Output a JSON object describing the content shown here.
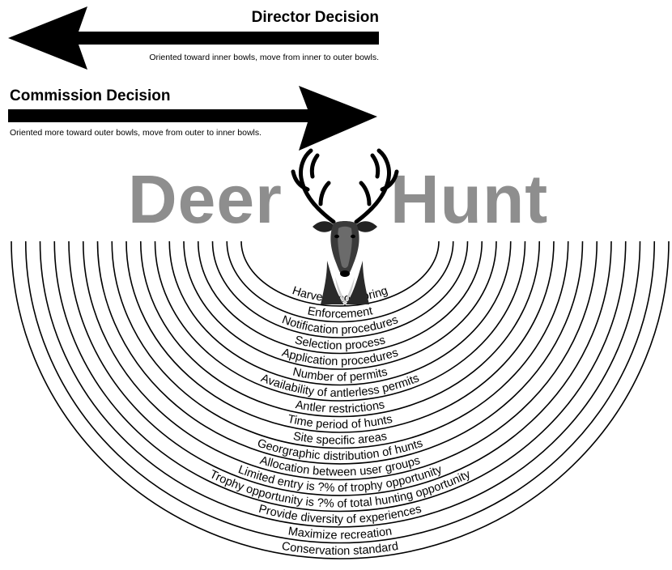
{
  "director": {
    "title": "Director Decision",
    "note": "Oriented toward inner bowls, move from inner to outer bowls."
  },
  "commission": {
    "title": "Commission Decision",
    "note": "Oriented more toward outer bowls, move from outer to inner bowls."
  },
  "banner": {
    "left_word": "Deer",
    "right_word": "Hunt"
  },
  "bowls": [
    "Harvest monitoring",
    "Enforcement",
    "Notification procedures",
    "Selection process",
    "Application procedures",
    "Number of permits",
    "Availability of antlerless permits",
    "Antler restrictions",
    "Time period of hunts",
    "Site specific areas",
    "Georgraphic distribution of hunts",
    "Allocation between user groups",
    "Limited entry is ?% of trophy opportunity",
    "Trophy opportunity is ?% of total hunting opportunity",
    "Provide diversity of experiences",
    "Maximize recreation",
    "Conservation standard"
  ],
  "colors": {
    "banner_gray": "#8e8e8e",
    "ink": "#000000"
  },
  "icons": {
    "deer": "deer-head-icon"
  }
}
